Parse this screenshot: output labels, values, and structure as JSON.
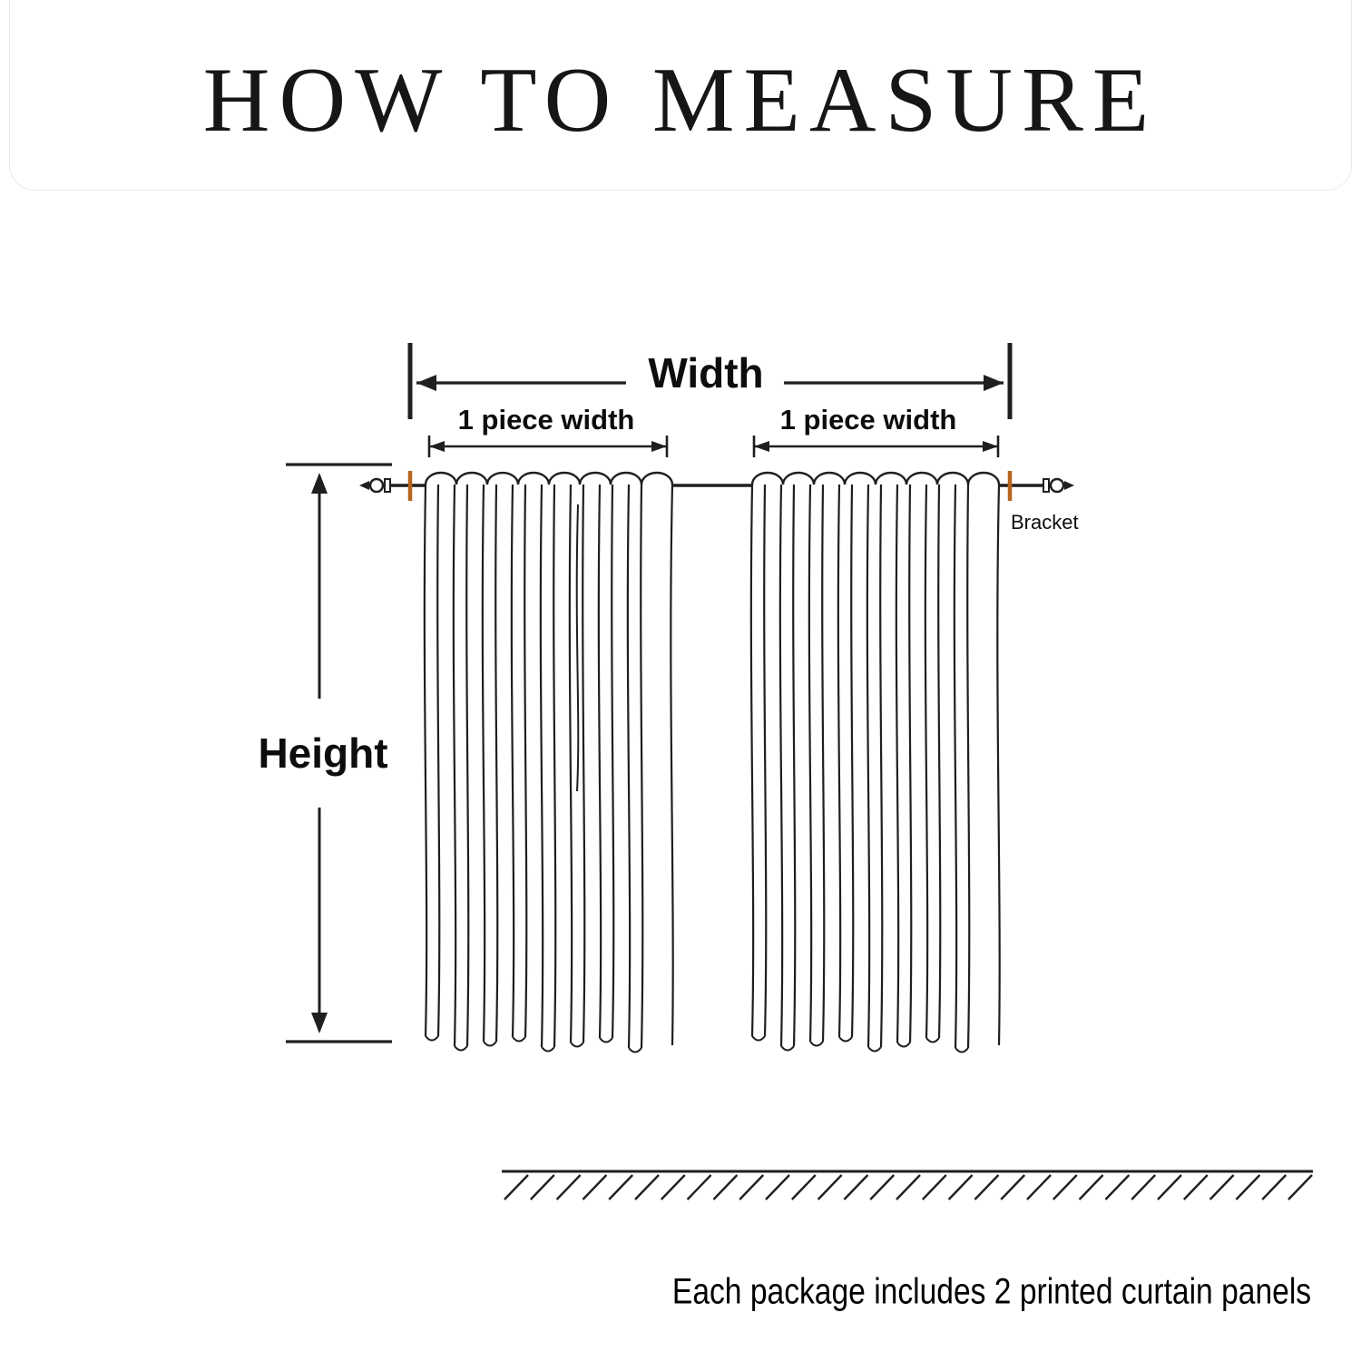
{
  "title": "HOW TO MEASURE",
  "diagram": {
    "width_label": "Width",
    "piece_width_left": "1 piece width",
    "piece_width_right": "1 piece width",
    "height_label": "Height",
    "bracket_label": "Bracket",
    "ink_color": "#1f1f1f",
    "bracket_mark_color": "#b5651d"
  },
  "caption": "Each package includes 2 printed curtain panels"
}
